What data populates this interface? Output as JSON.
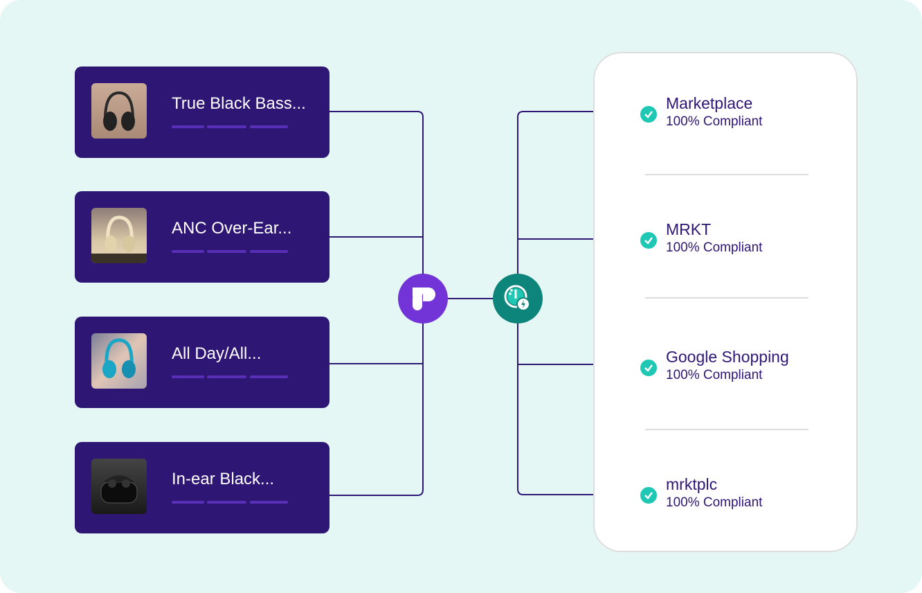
{
  "products": [
    {
      "title": "True Black Bass...",
      "image": "black-over-ear-headphones"
    },
    {
      "title": "ANC Over-Ear...",
      "image": "cream-over-ear-headphones"
    },
    {
      "title": "All Day/All...",
      "image": "teal-over-ear-headphones"
    },
    {
      "title": "In-ear Black...",
      "image": "black-earbuds-case"
    }
  ],
  "hub_icons": [
    "product-feed-logo-icon",
    "compliance-speed-icon"
  ],
  "channels": [
    {
      "name": "Marketplace",
      "status": "100% Compliant"
    },
    {
      "name": "MRKT",
      "status": "100% Compliant"
    },
    {
      "name": "Google Shopping",
      "status": "100% Compliant"
    },
    {
      "name": "mrktplc",
      "status": "100% Compliant"
    }
  ],
  "colors": {
    "card": "#2e1675",
    "hub_purple": "#7234d6",
    "hub_teal": "#0e857a",
    "check": "#1ec8b4",
    "background": "#e5f7f5"
  }
}
